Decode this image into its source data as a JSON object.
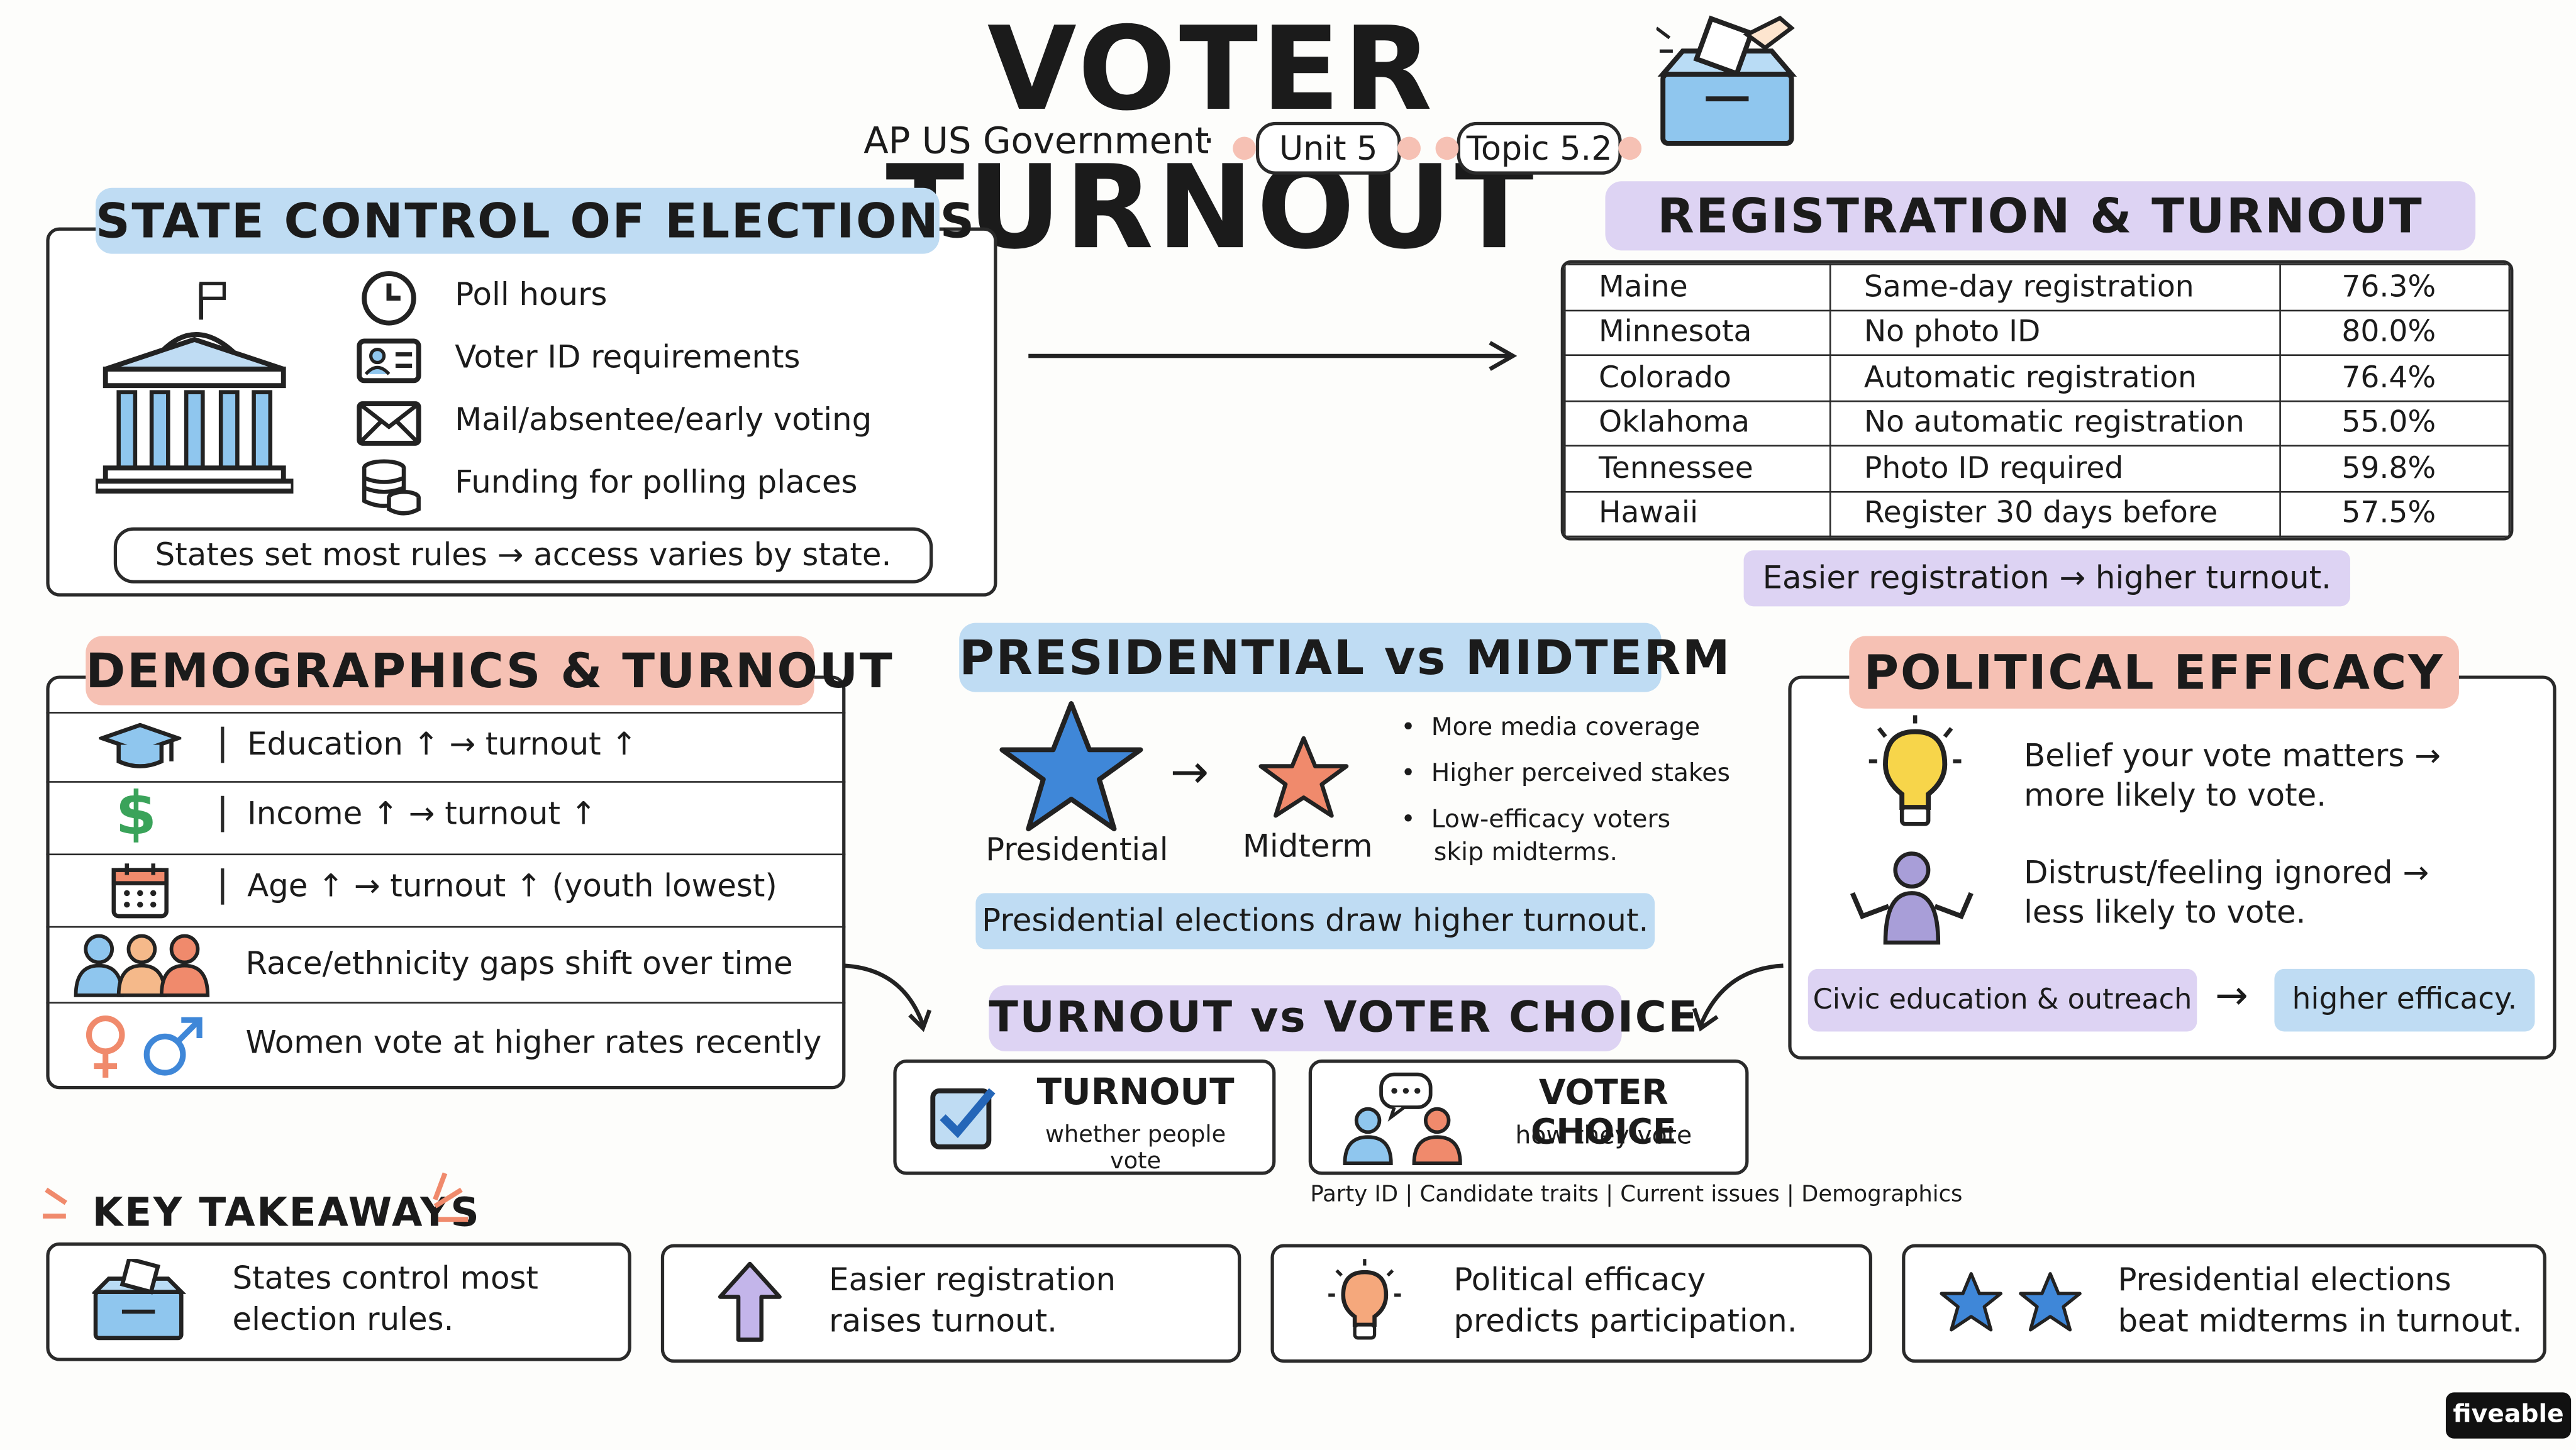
{
  "header": {
    "title": "VOTER TURNOUT",
    "course": "AP US Government",
    "separator": "·",
    "unit_badge": "Unit 5",
    "topic_badge": "Topic 5.2"
  },
  "state_control": {
    "title": "STATE CONTROL OF ELECTIONS",
    "items": [
      {
        "icon": "clock-icon",
        "label": "Poll hours"
      },
      {
        "icon": "id-card-icon",
        "label": "Voter ID requirements"
      },
      {
        "icon": "envelope-icon",
        "label": "Mail/absentee/early voting"
      },
      {
        "icon": "coins-icon",
        "label": "Funding for polling places"
      }
    ],
    "summary": "States set most rules → access varies by state."
  },
  "registration": {
    "title": "REGISTRATION & TURNOUT",
    "rows": [
      {
        "state": "Maine",
        "policy": "Same-day registration",
        "turnout": "76.3%"
      },
      {
        "state": "Minnesota",
        "policy": "No photo ID",
        "turnout": "80.0%"
      },
      {
        "state": "Colorado",
        "policy": "Automatic registration",
        "turnout": "76.4%"
      },
      {
        "state": "Oklahoma",
        "policy": "No automatic registration",
        "turnout": "55.0%"
      },
      {
        "state": "Tennessee",
        "policy": "Photo ID required",
        "turnout": "59.8%"
      },
      {
        "state": "Hawaii",
        "policy": "Register 30 days before",
        "turnout": "57.5%"
      }
    ],
    "summary": "Easier registration → higher turnout."
  },
  "demographics": {
    "title": "DEMOGRAPHICS & TURNOUT",
    "rows": [
      {
        "icon": "graduation-cap-icon",
        "label": "Education ↑ → turnout ↑"
      },
      {
        "icon": "dollar-sign-icon",
        "label": "Income ↑ → turnout ↑"
      },
      {
        "icon": "calendar-icon",
        "label": "Age ↑ → turnout ↑ (youth lowest)"
      },
      {
        "icon": "people-group-icon",
        "label": "Race/ethnicity gaps shift over time"
      },
      {
        "icon": "gender-symbols-icon",
        "label": "Women vote at higher rates recently"
      }
    ]
  },
  "presidential": {
    "title": "PRESIDENTIAL vs MIDTERM",
    "presidential_label": "Presidential",
    "midterm_label": "Midterm",
    "bullets": [
      "More media coverage",
      "Higher perceived stakes",
      "Low-efficacy voters",
      "skip midterms."
    ],
    "summary": "Presidential elections draw higher turnout."
  },
  "efficacy": {
    "title": "POLITICAL EFFICACY",
    "item1_line1": "Belief your vote matters →",
    "item1_line2": "more likely to vote.",
    "item2_line1": "Distrust/feeling ignored →",
    "item2_line2": "less likely to vote.",
    "chip_left": "Civic education & outreach",
    "chip_arrow": "→",
    "chip_right": "higher efficacy."
  },
  "choice": {
    "title": "TURNOUT vs VOTER CHOICE",
    "turnout_label": "TURNOUT",
    "turnout_sub": "whether people vote",
    "choice_label": "VOTER CHOICE",
    "choice_sub": "how they vote",
    "factors": "Party ID | Candidate traits | Current issues | Demographics"
  },
  "takeaways": {
    "title": "KEY TAKEAWAYS",
    "cards": [
      {
        "icon": "ballot-box-icon",
        "line1": "States control most",
        "line2": "election rules."
      },
      {
        "icon": "up-arrow-icon",
        "line1": "Easier registration",
        "line2": "raises turnout."
      },
      {
        "icon": "lightbulb-icon",
        "line1": "Political efficacy",
        "line2": "predicts participation."
      },
      {
        "icon": "stars-icon",
        "line1": "Presidential elections",
        "line2": "beat midterms in turnout."
      }
    ]
  },
  "brand": "fiveable",
  "colors": {
    "blue_highlight": "#bfdcf3",
    "purple_highlight": "#ddd3f3",
    "salmon_highlight": "#f6c1b4",
    "star_blue": "#3f87d8",
    "star_salmon": "#f08a6c",
    "bulb_yellow": "#f7d54a"
  }
}
